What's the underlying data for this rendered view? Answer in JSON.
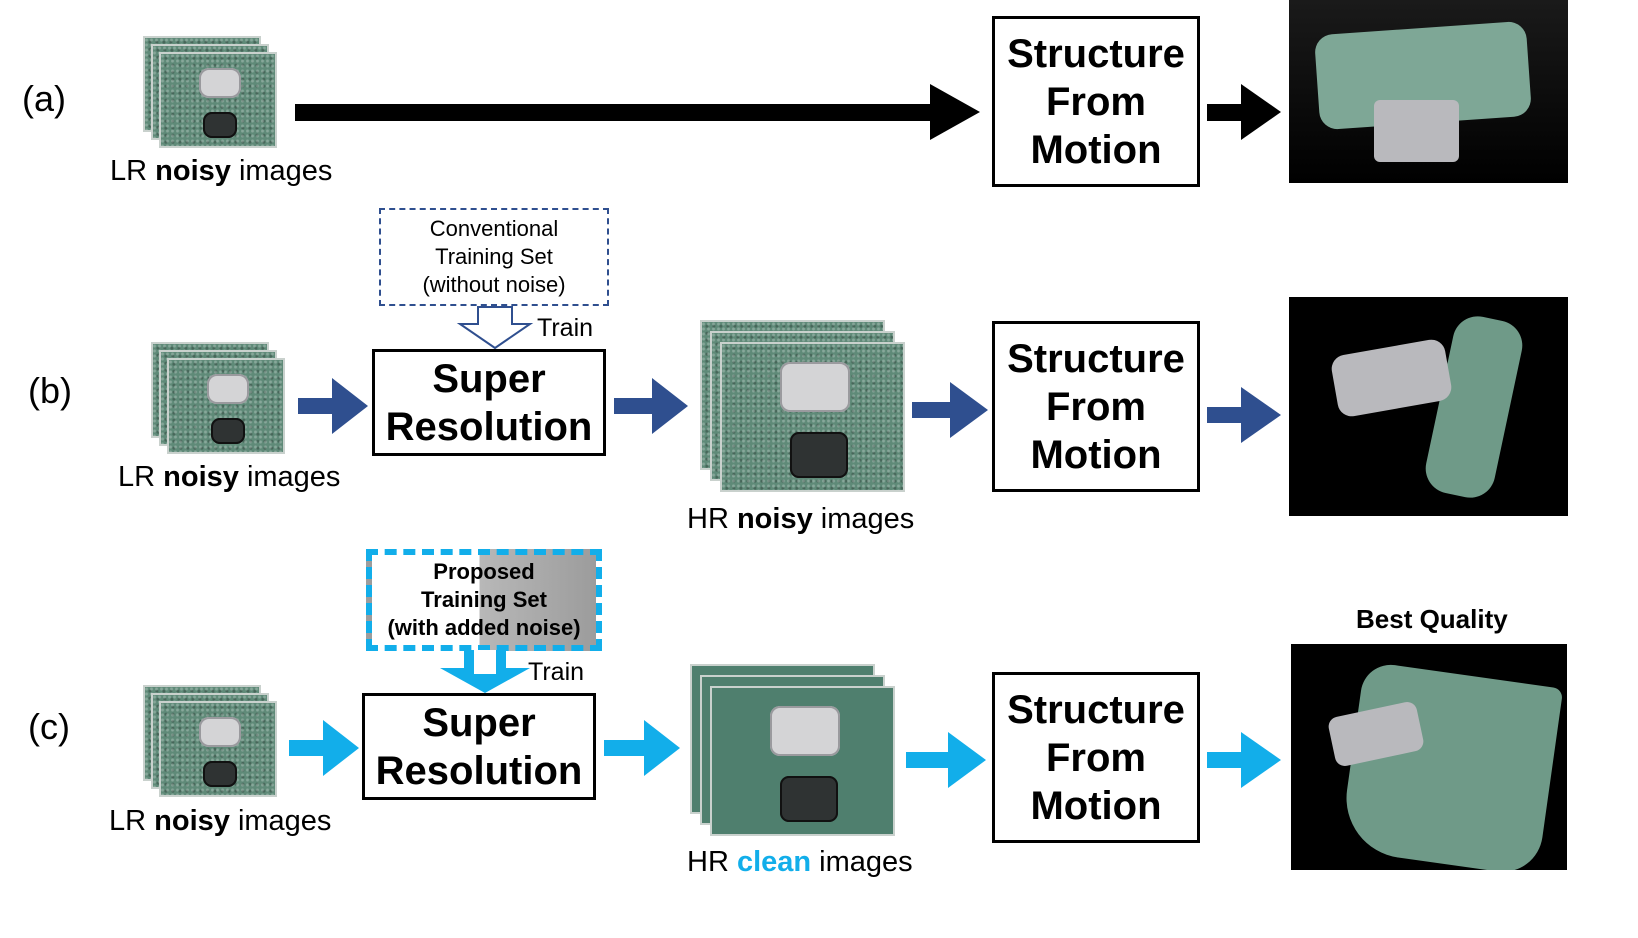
{
  "rows": {
    "a": {
      "label": "(a)",
      "input_caption": {
        "pre": "LR ",
        "bold": "noisy",
        "post": " images"
      }
    },
    "b": {
      "label": "(b)",
      "input_caption": {
        "pre": "LR ",
        "bold": "noisy",
        "post": " images"
      },
      "output_caption": {
        "pre": "HR ",
        "bold": "noisy",
        "post": " images"
      }
    },
    "c": {
      "label": "(c)",
      "input_caption": {
        "pre": "LR ",
        "bold": "noisy",
        "post": " images"
      },
      "output_caption": {
        "pre": "HR ",
        "bold": "clean",
        "post": " images"
      }
    }
  },
  "sfm_box": {
    "line1": "Structure",
    "line2": "From",
    "line3": "Motion"
  },
  "sr_box": {
    "line1": "Super",
    "line2": "Resolution"
  },
  "conventional_set": {
    "line1": "Conventional",
    "line2": "Training Set",
    "line3": "(without noise)"
  },
  "proposed_set": {
    "line1": "Proposed",
    "line2": "Training Set",
    "line3": "(with added noise)"
  },
  "train_label": "Train",
  "best_quality": "Best Quality",
  "colors": {
    "black_arrow": "#000000",
    "dark_blue": "#2f4f8f",
    "light_blue": "#12aeea",
    "clean_text": "#12aeea"
  }
}
